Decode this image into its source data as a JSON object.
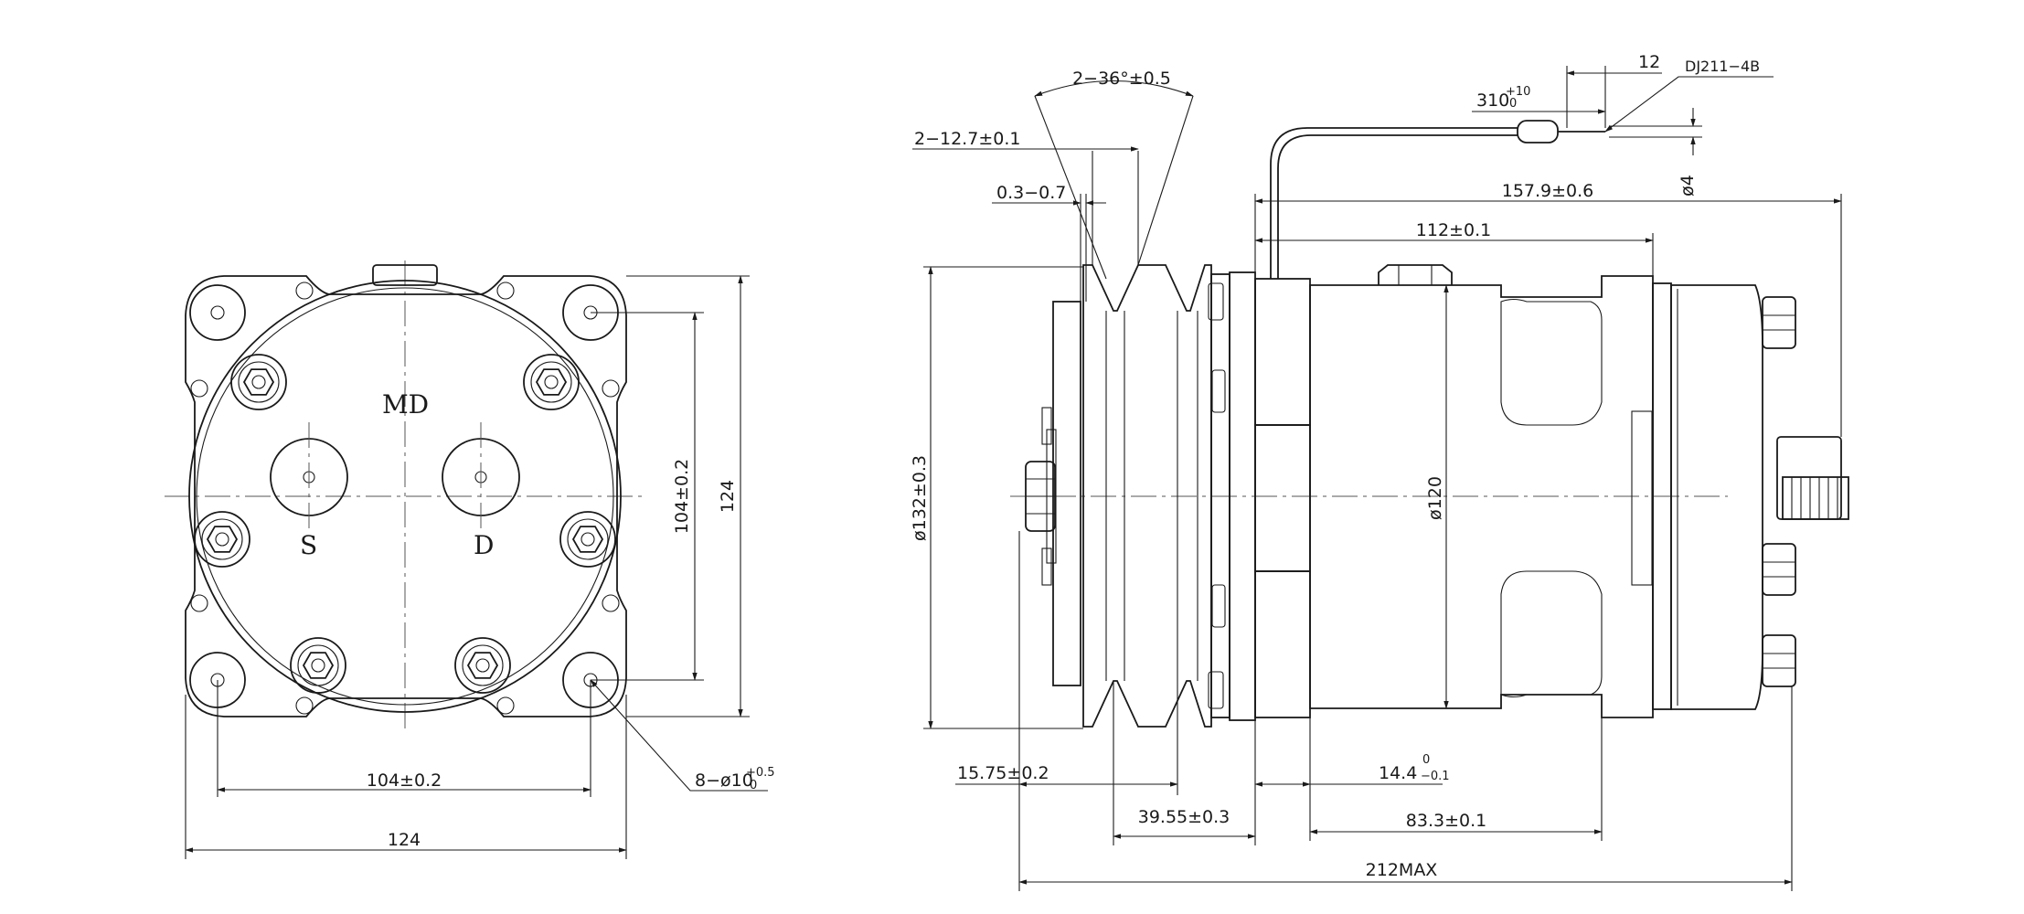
{
  "front_view": {
    "top_label": "MD",
    "suction_label": "S",
    "discharge_label": "D",
    "dim_horizontal_inner": "104±0.2",
    "dim_horizontal_outer": "124",
    "dim_vertical_inner": "104±0.2",
    "dim_vertical_outer": "124",
    "hole_callout_main": "8−ø10",
    "hole_callout_upper": "+0.5",
    "hole_callout_lower": "0"
  },
  "side_view": {
    "belt_angle": "2−36°±0.5",
    "groove_width": "2−12.7±0.1",
    "gap": "0.3−0.7",
    "lead_length_main": "310",
    "lead_length_upper": "+10",
    "lead_length_lower": "0",
    "connector_offset": "12",
    "connector_model": "DJ211−4B",
    "wire_diameter": "ø4",
    "length_to_fitting": "157.9±0.6",
    "body_length": "112±0.1",
    "pulley_diameter": "ø132±0.3",
    "body_diameter": "ø120",
    "hub_offset": "15.75±0.2",
    "groove_offset": "39.55±0.3",
    "flange_offset_main": "14.4",
    "flange_offset_upper": "0",
    "flange_offset_lower": "−0.1",
    "body_offset": "83.3±0.1",
    "overall_length": "212MAX"
  }
}
